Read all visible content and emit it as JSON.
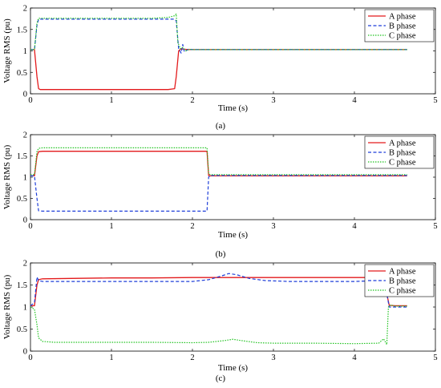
{
  "colors": {
    "a": "#e31a1c",
    "b": "#1f3fd9",
    "c": "#22c322"
  },
  "chart_data": [
    {
      "type": "line",
      "caption": "(a)",
      "xlabel": "Time (s)",
      "ylabel": "Voltage RMS (pu)",
      "xlim": [
        0,
        5
      ],
      "ylim": [
        0,
        2
      ],
      "xticks": [
        0,
        1,
        2,
        3,
        4,
        5
      ],
      "yticks": [
        0,
        0.5,
        1,
        1.5,
        2
      ],
      "legend": "top-right",
      "series": [
        {
          "name": "A phase",
          "style": "solid",
          "x": [
            0,
            0.05,
            0.08,
            0.1,
            0.12,
            0.5,
            1.0,
            1.5,
            1.7,
            1.78,
            1.8,
            1.83,
            1.86,
            1.9,
            1.95,
            2.0,
            3.0,
            4.0,
            4.65
          ],
          "y": [
            1.03,
            1.03,
            0.4,
            0.12,
            0.1,
            0.1,
            0.1,
            0.1,
            0.1,
            0.12,
            0.4,
            1.0,
            1.05,
            1.04,
            1.03,
            1.03,
            1.03,
            1.03,
            1.03
          ]
        },
        {
          "name": "B phase",
          "style": "dashed",
          "x": [
            0,
            0.05,
            0.08,
            0.1,
            0.5,
            1.0,
            1.5,
            1.78,
            1.8,
            1.83,
            1.86,
            1.88,
            1.9,
            1.95,
            2.0,
            3.0,
            4.0,
            4.65
          ],
          "y": [
            1.03,
            1.03,
            1.6,
            1.74,
            1.74,
            1.74,
            1.74,
            1.74,
            1.7,
            1.05,
            0.95,
            1.15,
            0.98,
            1.04,
            1.03,
            1.03,
            1.03,
            1.03
          ]
        },
        {
          "name": "C phase",
          "style": "dotted",
          "x": [
            0,
            0.05,
            0.08,
            0.1,
            0.5,
            1.0,
            1.5,
            1.7,
            1.78,
            1.8,
            1.82,
            1.85,
            1.88,
            1.92,
            1.96,
            2.0,
            3.0,
            4.0,
            4.65
          ],
          "y": [
            1.03,
            1.03,
            1.65,
            1.76,
            1.76,
            1.76,
            1.76,
            1.78,
            1.82,
            1.86,
            1.2,
            1.05,
            1.08,
            1.0,
            1.04,
            1.03,
            1.03,
            1.03,
            1.03
          ]
        }
      ]
    },
    {
      "type": "line",
      "caption": "(b)",
      "xlabel": "Time (s)",
      "ylabel": "Voltage RMS (pu)",
      "xlim": [
        0,
        5
      ],
      "ylim": [
        0,
        2
      ],
      "xticks": [
        0,
        1,
        2,
        3,
        4,
        5
      ],
      "yticks": [
        0,
        0.5,
        1,
        1.5,
        2
      ],
      "legend": "top-right",
      "series": [
        {
          "name": "A phase",
          "style": "solid",
          "x": [
            0,
            0.05,
            0.08,
            0.1,
            0.15,
            1.0,
            2.0,
            2.18,
            2.2,
            2.22,
            3.0,
            4.0,
            4.65
          ],
          "y": [
            1.03,
            1.03,
            1.5,
            1.6,
            1.61,
            1.61,
            1.61,
            1.61,
            1.04,
            1.03,
            1.03,
            1.03,
            1.03
          ]
        },
        {
          "name": "B phase",
          "style": "dashed",
          "x": [
            0,
            0.05,
            0.08,
            0.1,
            0.15,
            1.0,
            2.0,
            2.18,
            2.2,
            2.22,
            3.0,
            4.0,
            4.65
          ],
          "y": [
            1.03,
            1.03,
            0.5,
            0.21,
            0.2,
            0.2,
            0.2,
            0.2,
            1.0,
            1.04,
            1.04,
            1.04,
            1.04
          ]
        },
        {
          "name": "C phase",
          "style": "dotted",
          "x": [
            0,
            0.05,
            0.08,
            0.1,
            0.15,
            1.0,
            2.0,
            2.18,
            2.2,
            2.22,
            3.0,
            4.0,
            4.65
          ],
          "y": [
            1.06,
            1.06,
            1.6,
            1.68,
            1.69,
            1.69,
            1.69,
            1.69,
            1.08,
            1.06,
            1.06,
            1.06,
            1.06
          ]
        }
      ]
    },
    {
      "type": "line",
      "caption": "(c)",
      "xlabel": "Time (s)",
      "ylabel": "Voltage RMS (pu)",
      "xlim": [
        0,
        5
      ],
      "ylim": [
        0,
        2
      ],
      "xticks": [
        0,
        1,
        2,
        3,
        4,
        5
      ],
      "yticks": [
        0,
        0.5,
        1,
        1.5,
        2
      ],
      "legend": "top-right",
      "series": [
        {
          "name": "A phase",
          "style": "solid",
          "x": [
            0,
            0.05,
            0.08,
            0.1,
            0.15,
            0.5,
            1.0,
            1.5,
            2.0,
            2.5,
            3.0,
            3.5,
            4.0,
            4.38,
            4.4,
            4.43,
            4.5,
            4.65
          ],
          "y": [
            1.03,
            1.03,
            1.5,
            1.62,
            1.64,
            1.65,
            1.66,
            1.66,
            1.67,
            1.67,
            1.67,
            1.67,
            1.67,
            1.67,
            1.3,
            1.04,
            1.03,
            1.03
          ]
        },
        {
          "name": "B phase",
          "style": "dashed",
          "x": [
            0,
            0.05,
            0.08,
            0.1,
            0.15,
            0.5,
            1.0,
            1.5,
            2.0,
            2.2,
            2.35,
            2.45,
            2.55,
            2.7,
            2.9,
            3.2,
            4.0,
            4.3,
            4.35,
            4.38,
            4.4,
            4.43,
            4.5,
            4.65
          ],
          "y": [
            1.03,
            1.1,
            1.68,
            1.6,
            1.58,
            1.58,
            1.58,
            1.58,
            1.58,
            1.62,
            1.7,
            1.76,
            1.73,
            1.65,
            1.6,
            1.58,
            1.58,
            1.6,
            1.75,
            1.65,
            1.3,
            1.0,
            1.0,
            1.0
          ]
        },
        {
          "name": "C phase",
          "style": "dotted",
          "x": [
            0,
            0.05,
            0.08,
            0.1,
            0.15,
            0.3,
            0.5,
            1.0,
            1.5,
            2.0,
            2.2,
            2.4,
            2.5,
            2.6,
            2.8,
            3.0,
            3.5,
            4.0,
            4.3,
            4.36,
            4.4,
            4.42,
            4.45,
            4.5,
            4.65
          ],
          "y": [
            1.0,
            0.95,
            0.6,
            0.3,
            0.22,
            0.2,
            0.2,
            0.2,
            0.2,
            0.19,
            0.2,
            0.24,
            0.27,
            0.24,
            0.19,
            0.18,
            0.18,
            0.17,
            0.18,
            0.28,
            0.15,
            1.0,
            1.05,
            1.02,
            1.02
          ]
        }
      ]
    }
  ]
}
